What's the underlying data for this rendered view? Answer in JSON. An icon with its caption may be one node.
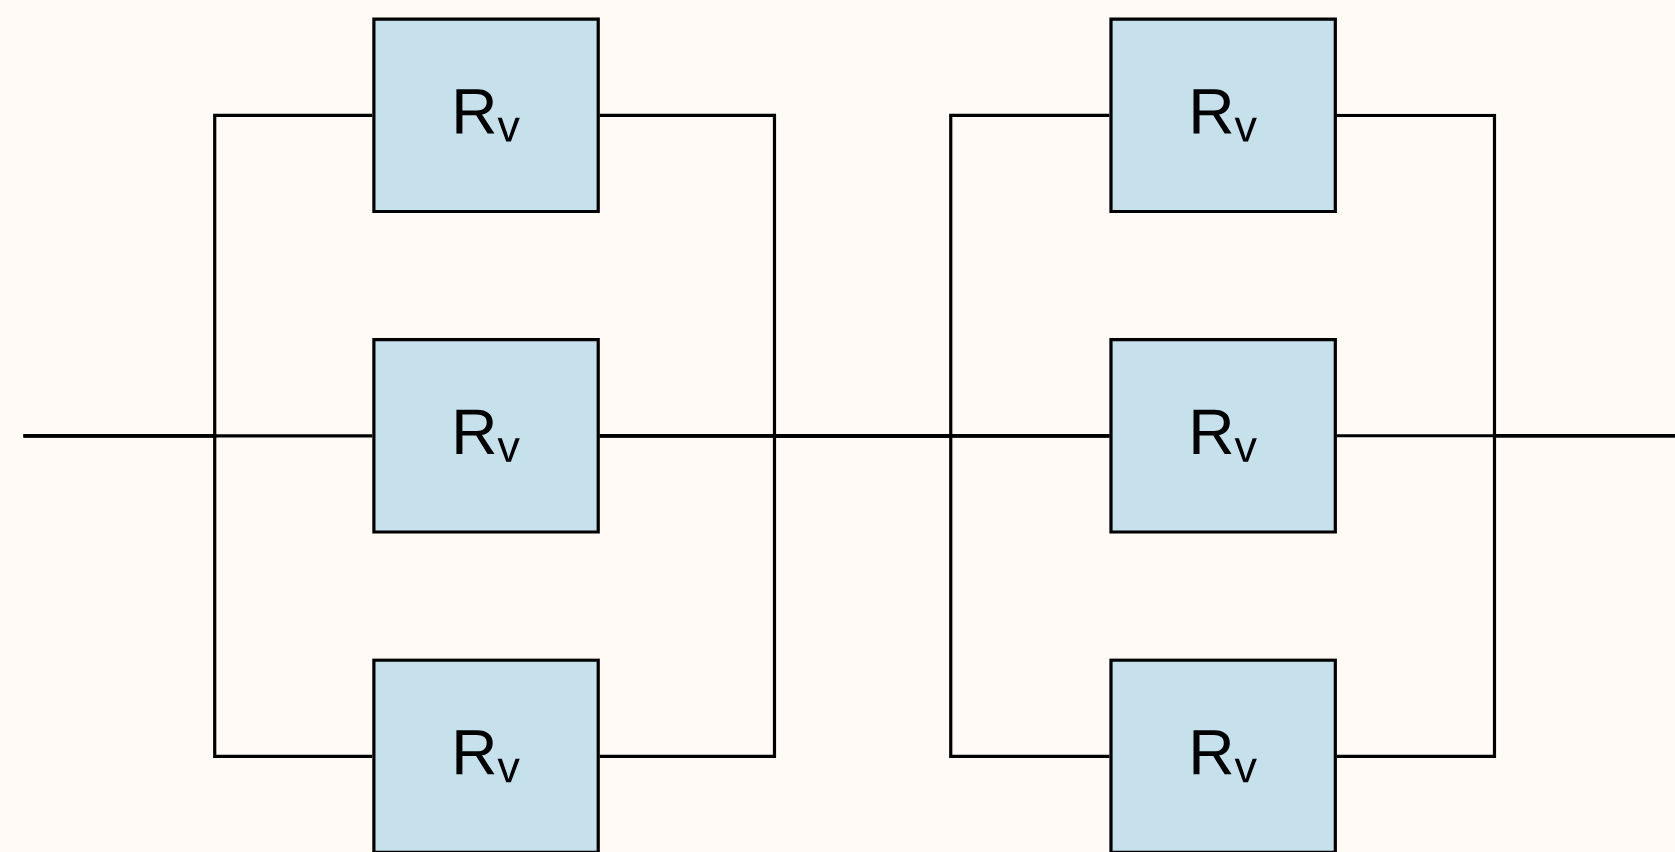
{
  "diagram": {
    "nodes": [
      {
        "text": [
          "R$_{v}$"
        ]
      },
      {
        "text": [
          "R$_{v}$"
        ]
      },
      {
        "text": [
          "R$_{v}$"
        ]
      },
      {
        "text": [
          "R$_{v}$"
        ]
      },
      {
        "text": [
          "R$_{v}$"
        ]
      },
      {
        "text": [
          "R$_{v}$"
        ]
      }
    ],
    "edges": [
      {
        "from": null,
        "to": 0,
        "arrow": "none"
      },
      {
        "from": null,
        "to": 2,
        "arrow": "none"
      },
      {
        "from": null,
        "to": 4,
        "arrow": "none"
      },
      {
        "from": 0,
        "to": 3,
        "arrow": "none"
      },
      {
        "from": 2,
        "to": 3,
        "arrow": "none"
      },
      {
        "from": 4,
        "to": 3,
        "arrow": "none"
      },
      {
        "from": 2,
        "to": 1,
        "arrow": "none"
      },
      {
        "from": 2,
        "to": 5,
        "arrow": "none"
      },
      {
        "from": 1,
        "to": null,
        "arrow": "none"
      },
      {
        "from": 3,
        "to": null,
        "arrow": "none"
      },
      {
        "from": 5,
        "to": null,
        "arrow": "none"
      }
    ]
  }
}
